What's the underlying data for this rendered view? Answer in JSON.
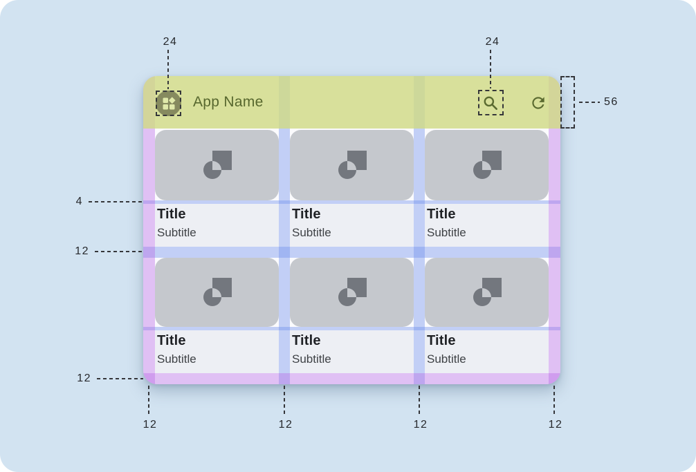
{
  "app_bar": {
    "name": "App Name",
    "icons": [
      "dashboard-icon",
      "search-icon",
      "refresh-icon"
    ]
  },
  "cards": {
    "title": "Title",
    "subtitle": "Subtitle",
    "count": 6,
    "placeholder_icon": "image-placeholder-icon"
  },
  "annotations": {
    "app_icon_size": "24",
    "action_icon_size": "24",
    "app_bar_height": "56",
    "image_text_gap": "4",
    "row_gap": "12",
    "bottom_margin": "12",
    "col_margins": [
      "12",
      "12",
      "12",
      "12"
    ]
  },
  "colors": {
    "page_bg": "#d2e3f1",
    "app_bar_green": "#d6df9a",
    "margin_purple": "#e0c0f3",
    "gutter_blue": "#bac7f0",
    "card_image_bg": "#c5c8cd",
    "card_text_bg": "#edeff4",
    "olive_icon": "#5a6a30",
    "title_text": "#1f2125",
    "annotation_text": "#26282c"
  }
}
